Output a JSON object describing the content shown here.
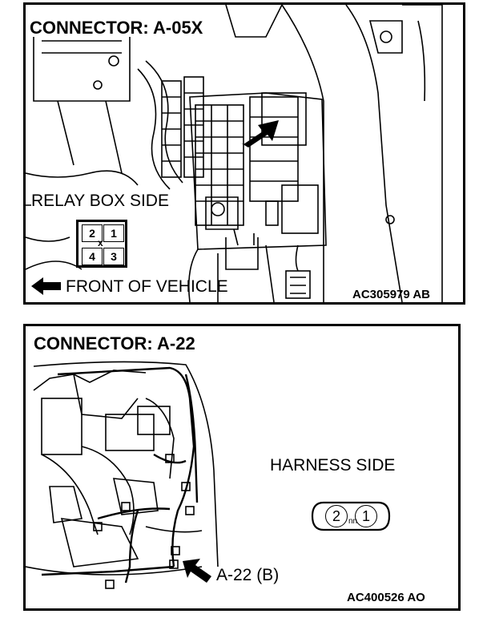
{
  "panel1": {
    "title": "CONNECTOR: A-05X",
    "relay_label": "RELAY BOX SIDE",
    "pins": [
      "2",
      "1",
      "4",
      "3"
    ],
    "front_label": "FRONT OF VEHICLE",
    "code": "AC305979 AB"
  },
  "panel2": {
    "title": "CONNECTOR: A-22",
    "harness_label": "HARNESS SIDE",
    "pins": [
      "2",
      "1"
    ],
    "callout": "A-22 (B)",
    "code": "AC400526 AO"
  }
}
